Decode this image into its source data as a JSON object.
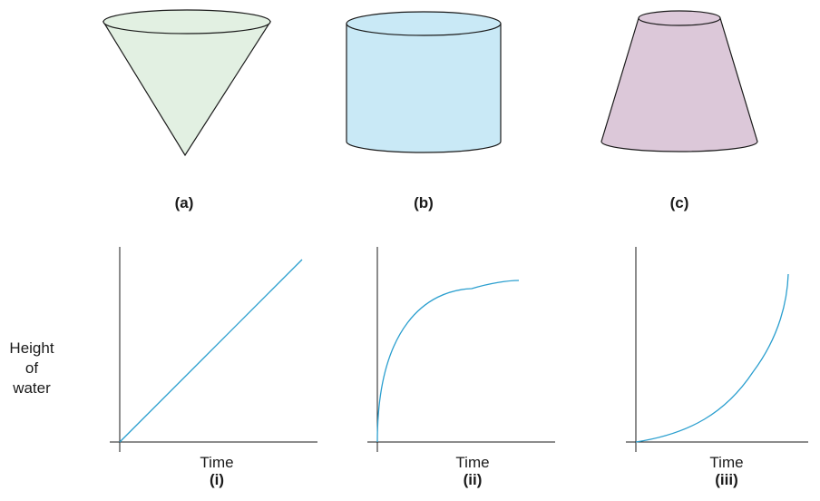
{
  "colors": {
    "cone_fill": "#e2f0e2",
    "cylinder_fill": "#c9e9f6",
    "frustum_fill": "#dcc8d9",
    "outline": "#1a1a1a",
    "curve": "#2b9fcf"
  },
  "shapes": [
    {
      "label": "(a)",
      "kind": "cone"
    },
    {
      "label": "(b)",
      "kind": "cylinder"
    },
    {
      "label": "(c)",
      "kind": "frustum"
    }
  ],
  "y_axis_label": [
    "Height",
    "of",
    "water"
  ],
  "chart_data": [
    {
      "type": "line",
      "graph_label": "(i)",
      "xlabel": "Time",
      "ylabel": "Height of water",
      "shape": "linear"
    },
    {
      "type": "line",
      "graph_label": "(ii)",
      "xlabel": "Time",
      "ylabel": "Height of water",
      "shape": "concave (rapid rise then leveling off)"
    },
    {
      "type": "line",
      "graph_label": "(iii)",
      "xlabel": "Time",
      "ylabel": "Height of water",
      "shape": "convex (slow rise then accelerating)"
    }
  ]
}
